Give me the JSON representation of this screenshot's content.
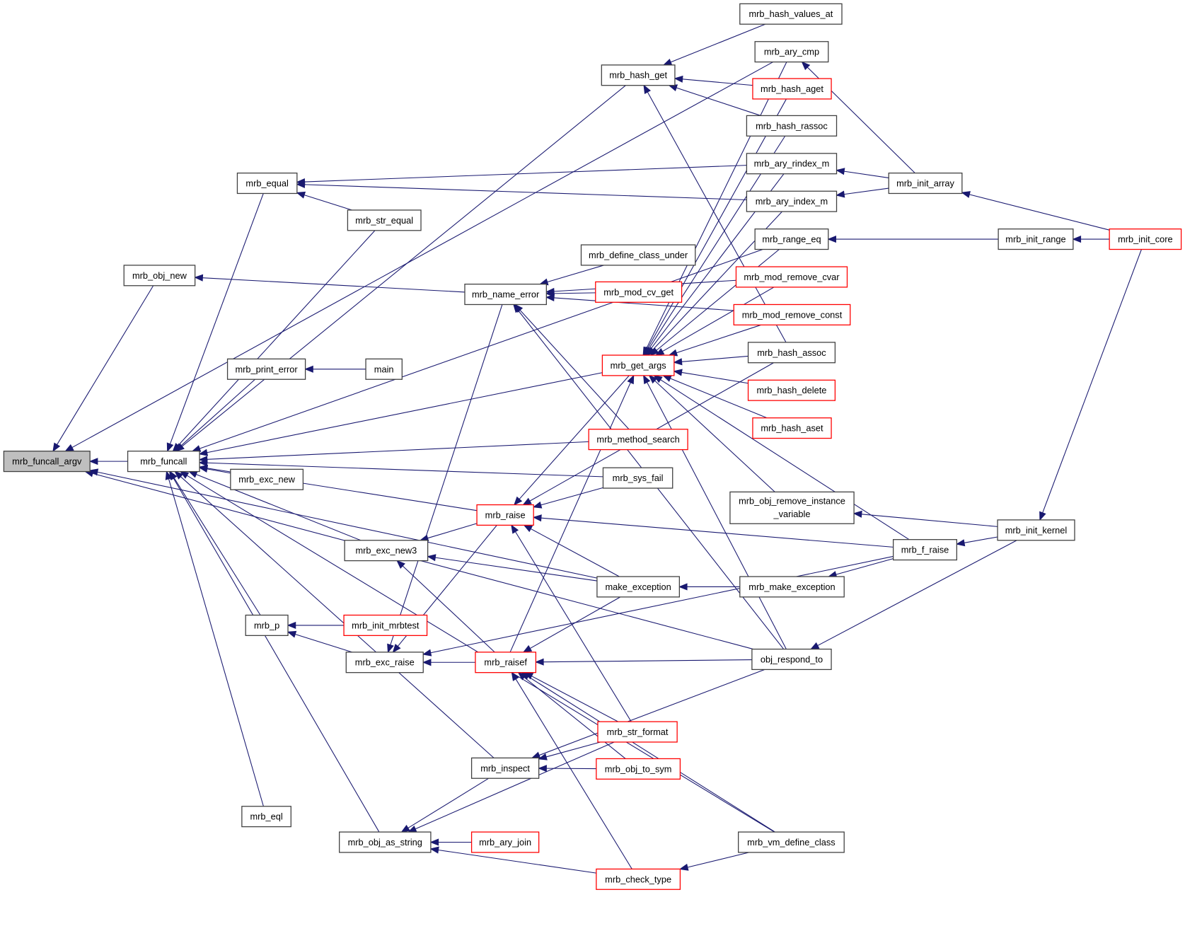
{
  "colors": {
    "edge": "#191970",
    "node_border": "#404040",
    "node_highlight_border": "#ff0000",
    "focus_fill": "#bfbfbf"
  },
  "nodes": [
    {
      "id": "funcall_argv",
      "label": "mrb_funcall_argv",
      "style": "focus"
    },
    {
      "id": "funcall",
      "label": "mrb_funcall",
      "style": "normal"
    },
    {
      "id": "obj_new",
      "label": "mrb_obj_new",
      "style": "normal"
    },
    {
      "id": "equal",
      "label": "mrb_equal",
      "style": "normal"
    },
    {
      "id": "str_equal",
      "label": "mrb_str_equal",
      "style": "normal"
    },
    {
      "id": "print_error",
      "label": "mrb_print_error",
      "style": "normal"
    },
    {
      "id": "main",
      "label": "main",
      "style": "normal"
    },
    {
      "id": "exc_new",
      "label": "mrb_exc_new",
      "style": "normal"
    },
    {
      "id": "exc_new3",
      "label": "mrb_exc_new3",
      "style": "normal"
    },
    {
      "id": "p",
      "label": "mrb_p",
      "style": "normal"
    },
    {
      "id": "init_mrbtest",
      "label": "mrb_init_mrbtest",
      "style": "red"
    },
    {
      "id": "exc_raise",
      "label": "mrb_exc_raise",
      "style": "normal"
    },
    {
      "id": "eql",
      "label": "mrb_eql",
      "style": "normal"
    },
    {
      "id": "obj_as_string",
      "label": "mrb_obj_as_string",
      "style": "normal"
    },
    {
      "id": "ary_join",
      "label": "mrb_ary_join",
      "style": "red"
    },
    {
      "id": "inspect",
      "label": "mrb_inspect",
      "style": "normal"
    },
    {
      "id": "name_error",
      "label": "mrb_name_error",
      "style": "normal"
    },
    {
      "id": "raise",
      "label": "mrb_raise",
      "style": "red"
    },
    {
      "id": "raisef",
      "label": "mrb_raisef",
      "style": "red"
    },
    {
      "id": "hash_get",
      "label": "mrb_hash_get",
      "style": "normal"
    },
    {
      "id": "define_class_under",
      "label": "mrb_define_class_under",
      "style": "normal"
    },
    {
      "id": "mod_cv_get",
      "label": "mrb_mod_cv_get",
      "style": "red"
    },
    {
      "id": "get_args",
      "label": "mrb_get_args",
      "style": "red"
    },
    {
      "id": "method_search",
      "label": "mrb_method_search",
      "style": "red"
    },
    {
      "id": "sys_fail",
      "label": "mrb_sys_fail",
      "style": "normal"
    },
    {
      "id": "make_exception",
      "label": "make_exception",
      "style": "normal"
    },
    {
      "id": "str_format",
      "label": "mrb_str_format",
      "style": "red"
    },
    {
      "id": "obj_to_sym",
      "label": "mrb_obj_to_sym",
      "style": "red"
    },
    {
      "id": "check_type",
      "label": "mrb_check_type",
      "style": "red"
    },
    {
      "id": "hash_values_at",
      "label": "mrb_hash_values_at",
      "style": "normal"
    },
    {
      "id": "ary_cmp",
      "label": "mrb_ary_cmp",
      "style": "normal"
    },
    {
      "id": "hash_aget",
      "label": "mrb_hash_aget",
      "style": "red"
    },
    {
      "id": "hash_rassoc",
      "label": "mrb_hash_rassoc",
      "style": "normal"
    },
    {
      "id": "ary_rindex_m",
      "label": "mrb_ary_rindex_m",
      "style": "normal"
    },
    {
      "id": "ary_index_m",
      "label": "mrb_ary_index_m",
      "style": "normal"
    },
    {
      "id": "range_eq",
      "label": "mrb_range_eq",
      "style": "normal"
    },
    {
      "id": "mod_remove_cvar",
      "label": "mrb_mod_remove_cvar",
      "style": "red"
    },
    {
      "id": "mod_remove_const",
      "label": "mrb_mod_remove_const",
      "style": "red"
    },
    {
      "id": "hash_assoc",
      "label": "mrb_hash_assoc",
      "style": "normal"
    },
    {
      "id": "hash_delete",
      "label": "mrb_hash_delete",
      "style": "red"
    },
    {
      "id": "hash_aset",
      "label": "mrb_hash_aset",
      "style": "red"
    },
    {
      "id": "obj_remove_iv",
      "label": "mrb_obj_remove_instance",
      "label2": "_variable",
      "style": "normal"
    },
    {
      "id": "mrb_make_exception",
      "label": "mrb_make_exception",
      "style": "normal"
    },
    {
      "id": "obj_respond_to",
      "label": "obj_respond_to",
      "style": "normal"
    },
    {
      "id": "vm_define_class",
      "label": "mrb_vm_define_class",
      "style": "normal"
    },
    {
      "id": "init_array",
      "label": "mrb_init_array",
      "style": "normal"
    },
    {
      "id": "init_range",
      "label": "mrb_init_range",
      "style": "normal"
    },
    {
      "id": "f_raise",
      "label": "mrb_f_raise",
      "style": "normal"
    },
    {
      "id": "init_kernel",
      "label": "mrb_init_kernel",
      "style": "normal"
    },
    {
      "id": "init_core",
      "label": "mrb_init_core",
      "style": "red"
    }
  ],
  "edges": [
    [
      "funcall",
      "funcall_argv"
    ],
    [
      "obj_new",
      "funcall_argv"
    ],
    [
      "ary_cmp",
      "funcall_argv"
    ],
    [
      "obj_respond_to",
      "funcall_argv"
    ],
    [
      "make_exception",
      "funcall_argv"
    ],
    [
      "hash_get",
      "funcall"
    ],
    [
      "equal",
      "funcall"
    ],
    [
      "str_equal",
      "funcall"
    ],
    [
      "range_eq",
      "funcall"
    ],
    [
      "get_args",
      "funcall"
    ],
    [
      "print_error",
      "funcall"
    ],
    [
      "method_search",
      "funcall"
    ],
    [
      "sys_fail",
      "funcall"
    ],
    [
      "exc_new",
      "funcall"
    ],
    [
      "raise",
      "funcall"
    ],
    [
      "exc_new3",
      "funcall"
    ],
    [
      "p",
      "funcall"
    ],
    [
      "inspect",
      "funcall"
    ],
    [
      "eql",
      "funcall"
    ],
    [
      "obj_as_string",
      "funcall"
    ],
    [
      "vm_define_class",
      "funcall"
    ],
    [
      "name_error",
      "obj_new"
    ],
    [
      "str_equal",
      "equal"
    ],
    [
      "ary_rindex_m",
      "equal"
    ],
    [
      "ary_index_m",
      "equal"
    ],
    [
      "main",
      "print_error"
    ],
    [
      "init_mrbtest",
      "p"
    ],
    [
      "exc_raise",
      "p"
    ],
    [
      "raise",
      "exc_new3"
    ],
    [
      "make_exception",
      "exc_new3"
    ],
    [
      "raisef",
      "exc_new3"
    ],
    [
      "raise",
      "exc_raise"
    ],
    [
      "raisef",
      "exc_raise"
    ],
    [
      "f_raise",
      "exc_raise"
    ],
    [
      "name_error",
      "exc_raise"
    ],
    [
      "define_class_under",
      "name_error"
    ],
    [
      "mod_cv_get",
      "name_error"
    ],
    [
      "mod_remove_const",
      "name_error"
    ],
    [
      "method_search",
      "name_error"
    ],
    [
      "obj_respond_to",
      "name_error"
    ],
    [
      "mod_remove_cvar",
      "name_error"
    ],
    [
      "sys_fail",
      "raise"
    ],
    [
      "make_exception",
      "raise"
    ],
    [
      "str_format",
      "raise"
    ],
    [
      "f_raise",
      "raise"
    ],
    [
      "hash_assoc",
      "raise"
    ],
    [
      "get_args",
      "raise"
    ],
    [
      "raisef",
      "get_args"
    ],
    [
      "obj_respond_to",
      "raisef"
    ],
    [
      "str_format",
      "raisef"
    ],
    [
      "obj_to_sym",
      "raisef"
    ],
    [
      "check_type",
      "raisef"
    ],
    [
      "vm_define_class",
      "raisef"
    ],
    [
      "make_exception",
      "raisef"
    ],
    [
      "hash_values_at",
      "hash_get"
    ],
    [
      "hash_aget",
      "hash_get"
    ],
    [
      "hash_rassoc",
      "hash_get"
    ],
    [
      "hash_assoc",
      "hash_get"
    ],
    [
      "ary_cmp",
      "get_args"
    ],
    [
      "hash_aget",
      "get_args"
    ],
    [
      "hash_rassoc",
      "get_args"
    ],
    [
      "ary_rindex_m",
      "get_args"
    ],
    [
      "ary_index_m",
      "get_args"
    ],
    [
      "range_eq",
      "get_args"
    ],
    [
      "mod_remove_cvar",
      "get_args"
    ],
    [
      "mod_remove_const",
      "get_args"
    ],
    [
      "hash_assoc",
      "get_args"
    ],
    [
      "hash_delete",
      "get_args"
    ],
    [
      "hash_aset",
      "get_args"
    ],
    [
      "obj_remove_iv",
      "get_args"
    ],
    [
      "f_raise",
      "get_args"
    ],
    [
      "obj_respond_to",
      "get_args"
    ],
    [
      "str_format",
      "inspect"
    ],
    [
      "obj_to_sym",
      "inspect"
    ],
    [
      "obj_respond_to",
      "inspect"
    ],
    [
      "inspect",
      "obj_as_string"
    ],
    [
      "str_format",
      "obj_as_string"
    ],
    [
      "ary_join",
      "obj_as_string"
    ],
    [
      "check_type",
      "obj_as_string"
    ],
    [
      "init_array",
      "ary_cmp"
    ],
    [
      "init_array",
      "ary_rindex_m"
    ],
    [
      "init_array",
      "ary_index_m"
    ],
    [
      "init_core",
      "init_array"
    ],
    [
      "init_core",
      "init_range"
    ],
    [
      "init_core",
      "init_kernel"
    ],
    [
      "init_range",
      "range_eq"
    ],
    [
      "init_kernel",
      "obj_remove_iv"
    ],
    [
      "init_kernel",
      "f_raise"
    ],
    [
      "init_kernel",
      "obj_respond_to"
    ],
    [
      "f_raise",
      "mrb_make_exception"
    ],
    [
      "mrb_make_exception",
      "make_exception"
    ],
    [
      "vm_define_class",
      "check_type"
    ]
  ]
}
